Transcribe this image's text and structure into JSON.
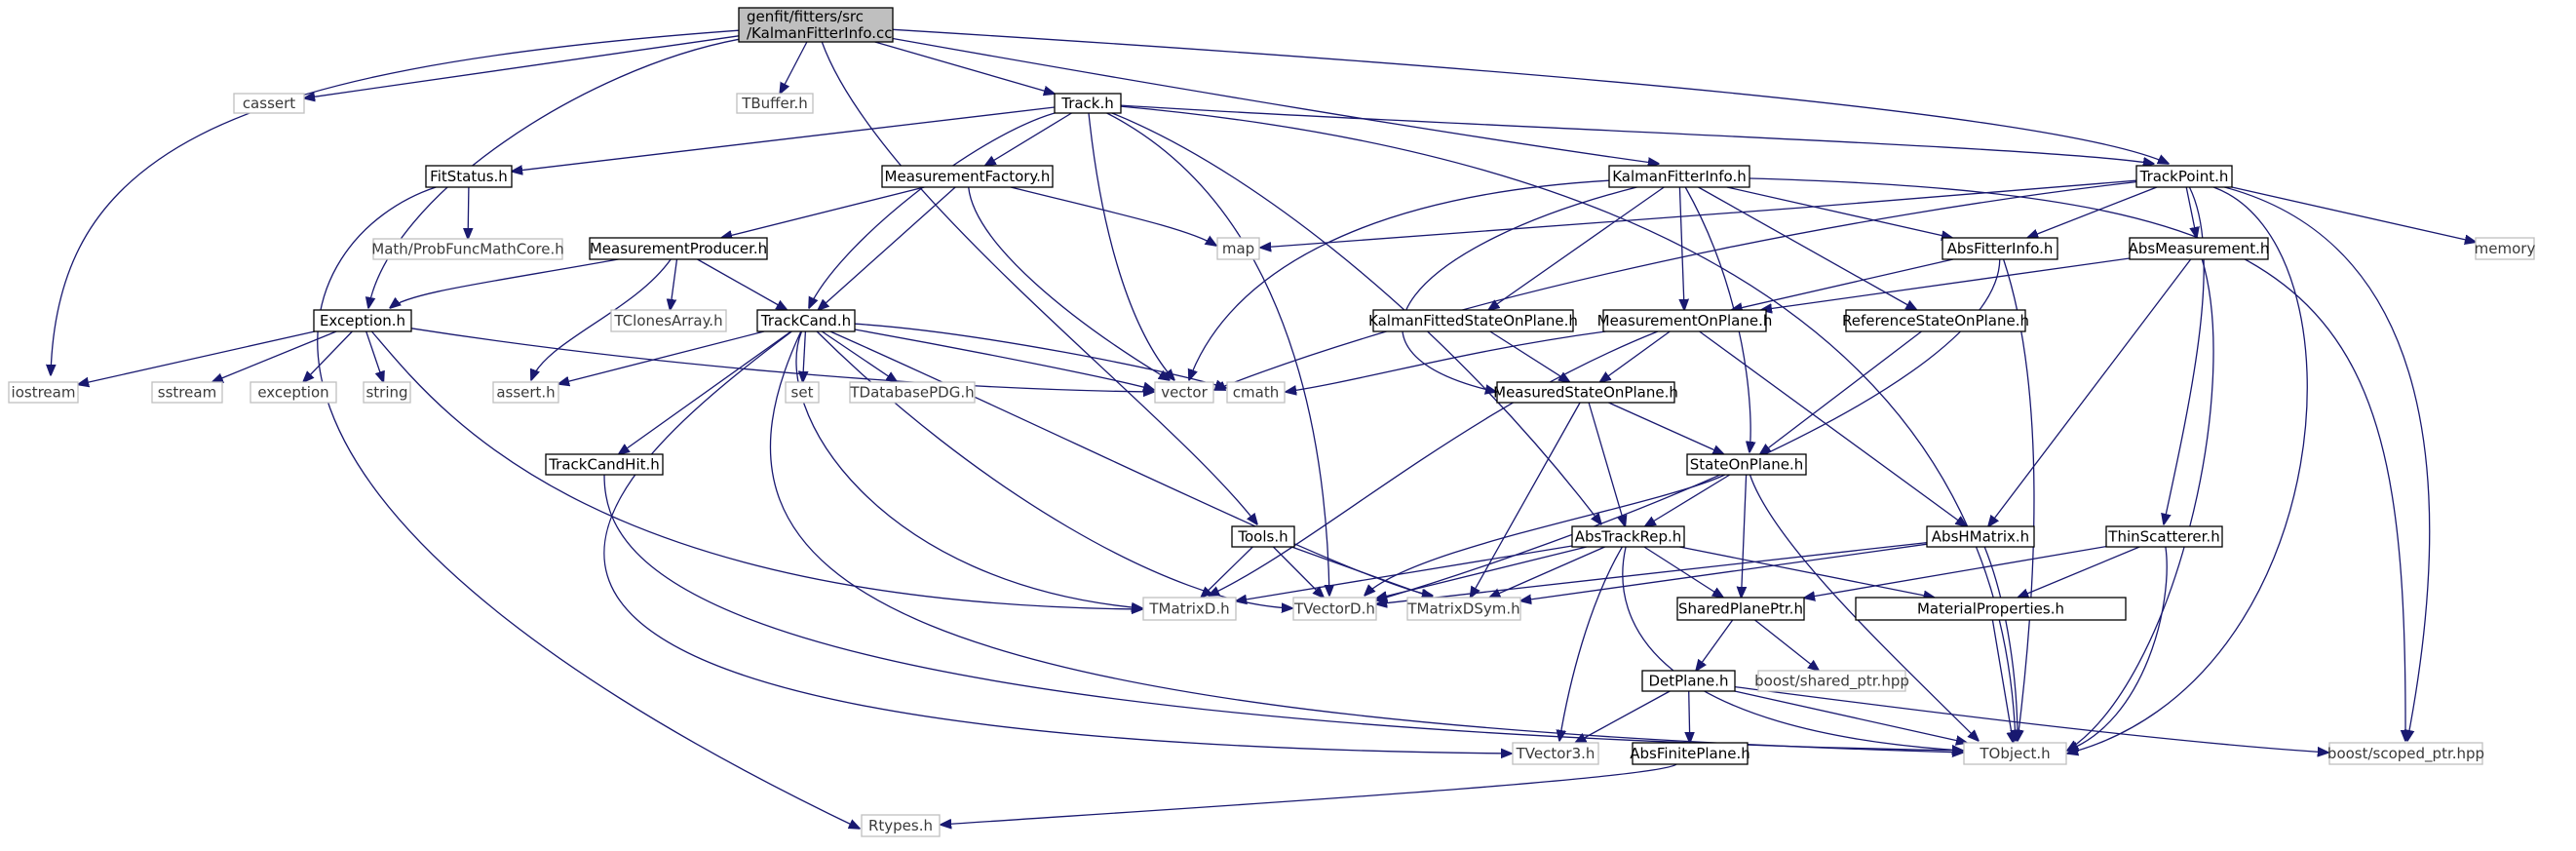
{
  "diagram": {
    "type": "include-dependency-graph",
    "colors": {
      "edge": "#191970",
      "root_fill": "#bfbfbf",
      "root_border": "#000000",
      "internal_border": "#000000",
      "external_border": "#bfbfbf",
      "text": "#000000",
      "external_text": "#3a3a3a"
    },
    "nodes": [
      {
        "id": "root",
        "label": "genfit/fitters/src\n/KalmanFitterInfo.cc",
        "kind": "root"
      },
      {
        "id": "cassert",
        "label": "cassert",
        "kind": "external"
      },
      {
        "id": "tbuffer",
        "label": "TBuffer.h",
        "kind": "external"
      },
      {
        "id": "track",
        "label": "Track.h",
        "kind": "internal"
      },
      {
        "id": "kfi",
        "label": "KalmanFitterInfo.h",
        "kind": "internal"
      },
      {
        "id": "trackpoint",
        "label": "TrackPoint.h",
        "kind": "internal"
      },
      {
        "id": "fitstatus",
        "label": "FitStatus.h",
        "kind": "internal"
      },
      {
        "id": "mfactory",
        "label": "MeasurementFactory.h",
        "kind": "internal"
      },
      {
        "id": "probfunc",
        "label": "Math/ProbFuncMathCore.h",
        "kind": "external"
      },
      {
        "id": "mproducer",
        "label": "MeasurementProducer.h",
        "kind": "internal"
      },
      {
        "id": "map",
        "label": "map",
        "kind": "external"
      },
      {
        "id": "absfitterinfo",
        "label": "AbsFitterInfo.h",
        "kind": "internal"
      },
      {
        "id": "absmeasurement",
        "label": "AbsMeasurement.h",
        "kind": "internal"
      },
      {
        "id": "memory",
        "label": "memory",
        "kind": "external"
      },
      {
        "id": "exception",
        "label": "Exception.h",
        "kind": "internal"
      },
      {
        "id": "tclones",
        "label": "TClonesArray.h",
        "kind": "external"
      },
      {
        "id": "trackcand",
        "label": "TrackCand.h",
        "kind": "internal"
      },
      {
        "id": "kfsop",
        "label": "KalmanFittedStateOnPlane.h",
        "kind": "internal"
      },
      {
        "id": "mop",
        "label": "MeasurementOnPlane.h",
        "kind": "internal"
      },
      {
        "id": "rsop",
        "label": "ReferenceStateOnPlane.h",
        "kind": "internal"
      },
      {
        "id": "iostream",
        "label": "iostream",
        "kind": "external"
      },
      {
        "id": "sstream",
        "label": "sstream",
        "kind": "external"
      },
      {
        "id": "exceptionstd",
        "label": "exception",
        "kind": "external"
      },
      {
        "id": "string",
        "label": "string",
        "kind": "external"
      },
      {
        "id": "asserth",
        "label": "assert.h",
        "kind": "external"
      },
      {
        "id": "vector",
        "label": "vector",
        "kind": "external"
      },
      {
        "id": "set",
        "label": "set",
        "kind": "external"
      },
      {
        "id": "tdbpdg",
        "label": "TDatabasePDG.h",
        "kind": "external"
      },
      {
        "id": "cmath",
        "label": "cmath",
        "kind": "external"
      },
      {
        "id": "msop",
        "label": "MeasuredStateOnPlane.h",
        "kind": "internal"
      },
      {
        "id": "trackcandhit",
        "label": "TrackCandHit.h",
        "kind": "internal"
      },
      {
        "id": "stateonplane",
        "label": "StateOnPlane.h",
        "kind": "internal"
      },
      {
        "id": "tools",
        "label": "Tools.h",
        "kind": "internal"
      },
      {
        "id": "abstrackrep",
        "label": "AbsTrackRep.h",
        "kind": "internal"
      },
      {
        "id": "abshmatrix",
        "label": "AbsHMatrix.h",
        "kind": "internal"
      },
      {
        "id": "thinscatterer",
        "label": "ThinScatterer.h",
        "kind": "internal"
      },
      {
        "id": "tmatrixd",
        "label": "TMatrixD.h",
        "kind": "external"
      },
      {
        "id": "tvectord",
        "label": "TVectorD.h",
        "kind": "external"
      },
      {
        "id": "tmatrixdsym",
        "label": "TMatrixDSym.h",
        "kind": "external"
      },
      {
        "id": "sharedplaneptr",
        "label": "SharedPlanePtr.h",
        "kind": "internal"
      },
      {
        "id": "matprops",
        "label": "MaterialProperties.h",
        "kind": "internal"
      },
      {
        "id": "boostshared",
        "label": "boost/shared_ptr.hpp",
        "kind": "external"
      },
      {
        "id": "detplane",
        "label": "DetPlane.h",
        "kind": "internal"
      },
      {
        "id": "tvector3",
        "label": "TVector3.h",
        "kind": "external"
      },
      {
        "id": "absfiniteplane",
        "label": "AbsFinitePlane.h",
        "kind": "internal"
      },
      {
        "id": "tobject",
        "label": "TObject.h",
        "kind": "external"
      },
      {
        "id": "boostscoped",
        "label": "boost/scoped_ptr.hpp",
        "kind": "external"
      },
      {
        "id": "rtypes",
        "label": "Rtypes.h",
        "kind": "external"
      }
    ],
    "edges": [
      [
        "root",
        "iostream"
      ],
      [
        "root",
        "cassert"
      ],
      [
        "root",
        "tbuffer"
      ],
      [
        "root",
        "track"
      ],
      [
        "root",
        "kfi"
      ],
      [
        "root",
        "trackpoint"
      ],
      [
        "root",
        "exception"
      ],
      [
        "root",
        "tools"
      ],
      [
        "track",
        "fitstatus"
      ],
      [
        "track",
        "mfactory"
      ],
      [
        "track",
        "trackcand"
      ],
      [
        "track",
        "trackpoint"
      ],
      [
        "track",
        "vector"
      ],
      [
        "track",
        "tvectord"
      ],
      [
        "track",
        "abstrackrep"
      ],
      [
        "track",
        "tobject"
      ],
      [
        "fitstatus",
        "probfunc"
      ],
      [
        "fitstatus",
        "rtypes"
      ],
      [
        "mfactory",
        "mproducer"
      ],
      [
        "mfactory",
        "trackcand"
      ],
      [
        "mfactory",
        "map"
      ],
      [
        "mfactory",
        "vector"
      ],
      [
        "mproducer",
        "exception"
      ],
      [
        "mproducer",
        "tclones"
      ],
      [
        "mproducer",
        "trackcand"
      ],
      [
        "mproducer",
        "asserth"
      ],
      [
        "exception",
        "iostream"
      ],
      [
        "exception",
        "sstream"
      ],
      [
        "exception",
        "exceptionstd"
      ],
      [
        "exception",
        "string"
      ],
      [
        "exception",
        "vector"
      ],
      [
        "exception",
        "tmatrixd"
      ],
      [
        "trackcand",
        "asserth"
      ],
      [
        "trackcand",
        "vector"
      ],
      [
        "trackcand",
        "set"
      ],
      [
        "trackcand",
        "tdbpdg"
      ],
      [
        "trackcand",
        "cmath"
      ],
      [
        "trackcand",
        "trackcandhit"
      ],
      [
        "trackcand",
        "tmatrixd"
      ],
      [
        "trackcand",
        "tvectord"
      ],
      [
        "trackcand",
        "tmatrixdsym"
      ],
      [
        "trackcand",
        "tvector3"
      ],
      [
        "trackcand",
        "tobject"
      ],
      [
        "trackcandhit",
        "tobject"
      ],
      [
        "kfi",
        "absfitterinfo"
      ],
      [
        "kfi",
        "kfsop"
      ],
      [
        "kfi",
        "mop"
      ],
      [
        "kfi",
        "rsop"
      ],
      [
        "kfi",
        "msop"
      ],
      [
        "kfi",
        "stateonplane"
      ],
      [
        "kfi",
        "vector"
      ],
      [
        "kfi",
        "boostscoped"
      ],
      [
        "trackpoint",
        "absfitterinfo"
      ],
      [
        "trackpoint",
        "absmeasurement"
      ],
      [
        "trackpoint",
        "thinscatterer"
      ],
      [
        "trackpoint",
        "map"
      ],
      [
        "trackpoint",
        "memory"
      ],
      [
        "trackpoint",
        "vector"
      ],
      [
        "trackpoint",
        "tobject"
      ],
      [
        "trackpoint",
        "boostscoped"
      ],
      [
        "absfitterinfo",
        "mop"
      ],
      [
        "absfitterinfo",
        "tvectord"
      ],
      [
        "absfitterinfo",
        "tobject"
      ],
      [
        "absmeasurement",
        "mop"
      ],
      [
        "absmeasurement",
        "abshmatrix"
      ],
      [
        "absmeasurement",
        "tobject"
      ],
      [
        "mop",
        "msop"
      ],
      [
        "mop",
        "abshmatrix"
      ],
      [
        "mop",
        "cmath"
      ],
      [
        "mop",
        "tmatrixd"
      ],
      [
        "kfsop",
        "msop"
      ],
      [
        "rsop",
        "stateonplane"
      ],
      [
        "msop",
        "stateonplane"
      ],
      [
        "msop",
        "abstrackrep"
      ],
      [
        "msop",
        "tmatrixdsym"
      ],
      [
        "stateonplane",
        "abstrackrep"
      ],
      [
        "stateonplane",
        "sharedplaneptr"
      ],
      [
        "stateonplane",
        "tvectord"
      ],
      [
        "stateonplane",
        "tobject"
      ],
      [
        "tools",
        "tmatrixd"
      ],
      [
        "tools",
        "tvectord"
      ],
      [
        "tools",
        "tmatrixdsym"
      ],
      [
        "abstrackrep",
        "tmatrixd"
      ],
      [
        "abstrackrep",
        "tvectord"
      ],
      [
        "abstrackrep",
        "tmatrixdsym"
      ],
      [
        "abstrackrep",
        "sharedplaneptr"
      ],
      [
        "abstrackrep",
        "matprops"
      ],
      [
        "abstrackrep",
        "tvector3"
      ],
      [
        "abstrackrep",
        "tobject"
      ],
      [
        "abshmatrix",
        "tvectord"
      ],
      [
        "abshmatrix",
        "tmatrixdsym"
      ],
      [
        "abshmatrix",
        "tobject"
      ],
      [
        "thinscatterer",
        "sharedplaneptr"
      ],
      [
        "thinscatterer",
        "matprops"
      ],
      [
        "thinscatterer",
        "tobject"
      ],
      [
        "matprops",
        "tobject"
      ],
      [
        "sharedplaneptr",
        "detplane"
      ],
      [
        "sharedplaneptr",
        "boostshared"
      ],
      [
        "detplane",
        "absfiniteplane"
      ],
      [
        "detplane",
        "tvector3"
      ],
      [
        "detplane",
        "tobject"
      ],
      [
        "detplane",
        "boostscoped"
      ],
      [
        "absfiniteplane",
        "rtypes"
      ]
    ]
  }
}
